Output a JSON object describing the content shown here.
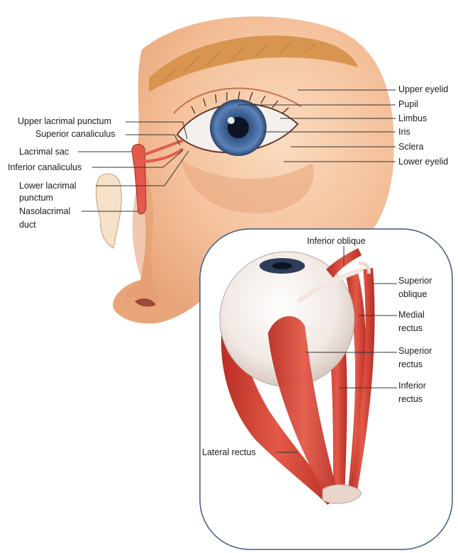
{
  "face_labels": {
    "upper_eyelid": "Upper eyelid",
    "pupil": "Pupil",
    "limbus": "Limbus",
    "iris": "Iris",
    "sclera": "Sclera",
    "lower_eyelid": "Lower eyelid",
    "upper_lacrimal_punctum": "Upper lacrimal punctum",
    "superior_canaliculus": "Superior canaliculus",
    "lacrimal_sac": "Lacrimal sac",
    "inferior_canaliculus": "Inferior canaliculus",
    "lower_lacrimal_punctum_1": "Lower lacrimal",
    "lower_lacrimal_punctum_2": "punctum",
    "nasolacrimal_duct_1": "Nasolacrimal",
    "nasolacrimal_duct_2": "duct"
  },
  "inset_labels": {
    "inferior_oblique": "Inferior oblique",
    "superior_oblique_1": "Superior",
    "superior_oblique_2": "oblique",
    "medial_rectus_1": "Medial",
    "medial_rectus_2": "rectus",
    "superior_rectus_1": "Superior",
    "superior_rectus_2": "rectus",
    "inferior_rectus_1": "Inferior",
    "inferior_rectus_2": "rectus",
    "lateral_rectus": "Lateral rectus"
  },
  "colors": {
    "skin": "#f6c9a3",
    "skin_shadow": "#e8a479",
    "hair": "#e0a060",
    "iris": "#4a6fa0",
    "muscle": "#d9463a",
    "inset_border": "#3b5a80",
    "leader": "#333333"
  }
}
